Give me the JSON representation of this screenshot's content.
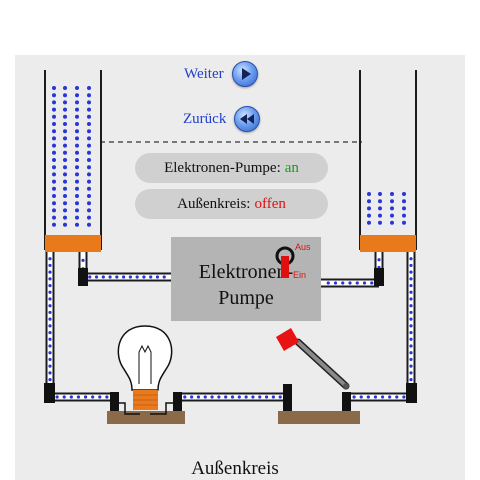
{
  "nav": {
    "forward_label": "Weiter",
    "back_label": "Zurück"
  },
  "status": {
    "pump_label": "Elektronen-Pumpe:",
    "pump_value": "an",
    "circuit_label": "Außenkreis:",
    "circuit_value": "offen"
  },
  "pump": {
    "title_line1": "Elektronen-",
    "title_line2": "Pumpe",
    "switch_off_label": "Aus",
    "switch_on_label": "Ein"
  },
  "circuit": {
    "label": "Außenkreis"
  },
  "colors": {
    "electron": "#2a35d8",
    "wire": "#1c1c1c",
    "copper": "#e87a1c",
    "panel": "#ececec",
    "pump": "#b4b4b4",
    "accent_red": "#e01010",
    "accent_green": "#1a9a1a"
  }
}
